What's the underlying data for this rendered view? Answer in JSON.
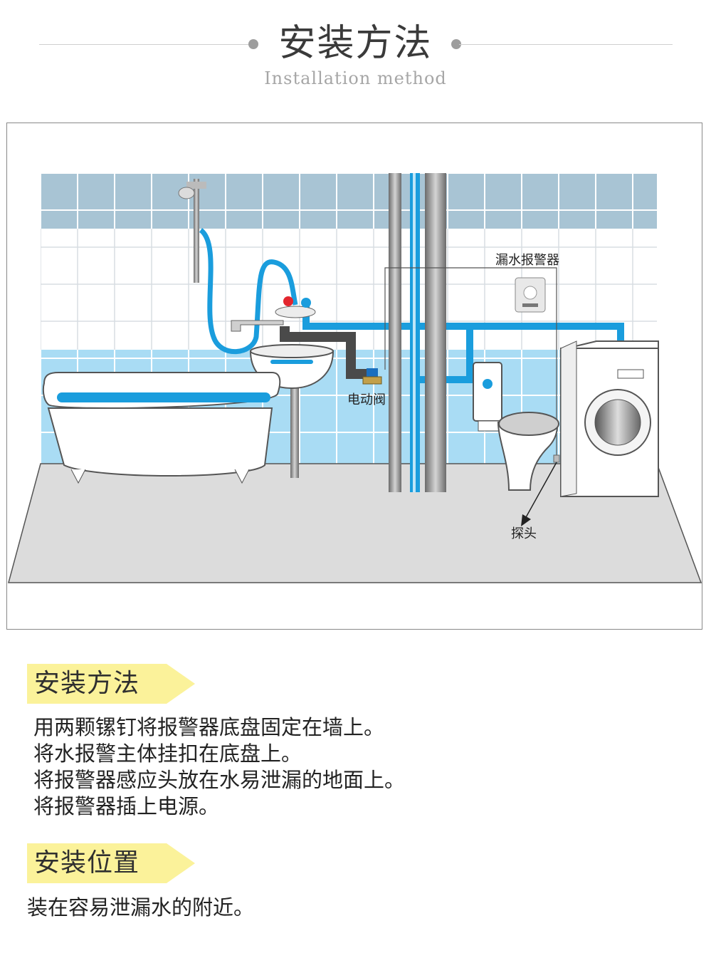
{
  "header": {
    "title": "安装方法",
    "subtitle": "Installation method"
  },
  "diagram": {
    "labels": {
      "alarm": "漏水报警器",
      "valve": "电动阀",
      "probe": "探头"
    }
  },
  "method": {
    "heading": "安装方法",
    "steps": [
      "用两颗镙钉将报警器底盘固定在墙上。",
      "将水报警主体挂扣在底盘上。",
      "将报警器感应头放在水易泄漏的地面上。",
      "将报警器插上电源。"
    ]
  },
  "position": {
    "heading": "安装位置",
    "text": "装在容易泄漏水的附近。"
  },
  "colors": {
    "tag_yellow": "#fbf29a",
    "pipe_blue": "#1a9ddd",
    "tile_upper": "#a8c4d4",
    "tile_lower": "#a9dcf4",
    "floor": "#dcdcdc",
    "hot_red": "#e3262e"
  }
}
